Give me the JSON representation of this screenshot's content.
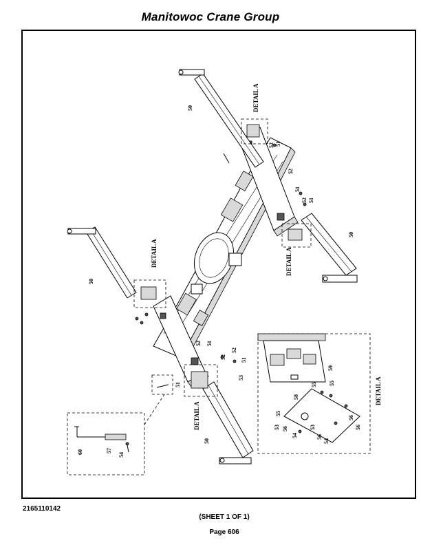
{
  "header": {
    "title": "Manitowoc Crane Group"
  },
  "footer": {
    "part_number": "2165110142",
    "sheet": "(SHEET 1 OF 1)",
    "page": "Page 606"
  },
  "diagram": {
    "callouts": {
      "c50_top": "50",
      "c50_right": "50",
      "c50_left": "50",
      "c50_bottom": "50",
      "c51_a": "51",
      "c51_b": "51",
      "c51_c": "51",
      "c51_d": "51",
      "c51_e": "51",
      "c51_f": "51",
      "c52_a": "52",
      "c52_b": "52",
      "c52_c": "52",
      "c52_d": "52",
      "c52_e": "52",
      "c52_f": "52",
      "c53_a": "53",
      "c60": "60",
      "c57": "57",
      "c54_inset": "54",
      "c59": "59",
      "c58": "58",
      "c55_a": "55",
      "c55_b": "55",
      "c55_c": "55",
      "c56_a": "56",
      "c56_b": "56",
      "c56_c": "56",
      "c56_d": "56",
      "c53_b": "53",
      "c53_c": "53",
      "c54_a": "54",
      "c54_b": "54"
    },
    "detail_labels": {
      "top": "DETAIL A",
      "right": "DETAIL A",
      "left": "DETAIL A",
      "bottom": "DETAIL A",
      "inset": "DETAIL A"
    }
  }
}
